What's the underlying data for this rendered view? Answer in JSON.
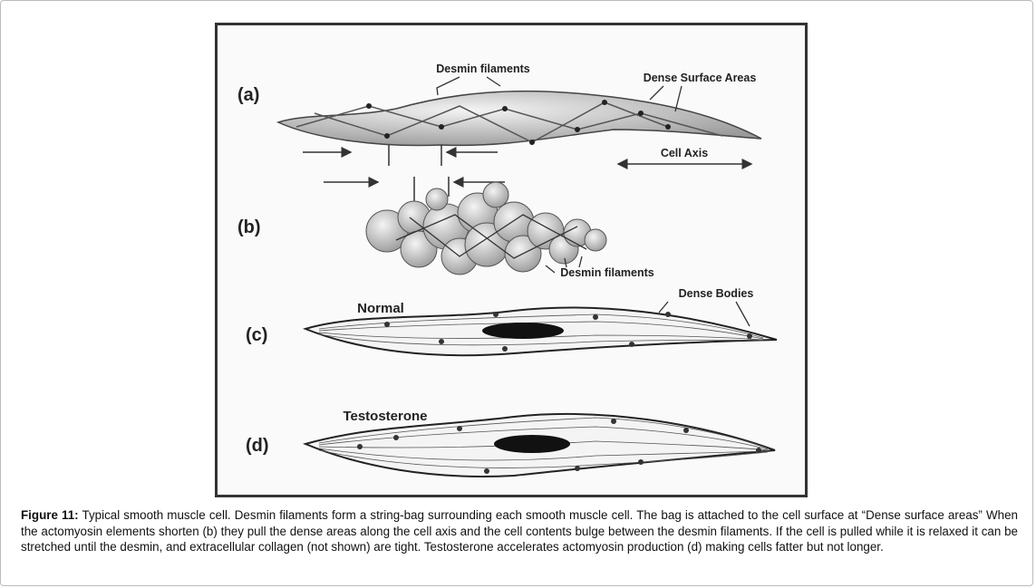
{
  "figure": {
    "panel_labels": [
      "(a)",
      "(b)",
      "(c)",
      "(d)"
    ],
    "annotations": {
      "desmin_a": "Desmin filaments",
      "dense_surface": "Dense Surface Areas",
      "cell_axis": "Cell Axis",
      "desmin_b": "Desmin filaments",
      "dense_bodies": "Dense Bodies",
      "normal": "Normal",
      "testosterone": "Testosterone"
    }
  },
  "caption": {
    "label": "Figure 11:",
    "text": " Typical smooth muscle cell. Desmin filaments form a string-bag surrounding each smooth muscle cell. The bag is attached to the cell surface at “Dense surface areas” When the actomyosin elements shorten (b) they pull the dense areas along the cell axis and the cell contents bulge between the desmin filaments. If the cell is pulled while it is relaxed it can be stretched until the desmin, and extracellular collagen (not shown) are tight. Testosterone accelerates actomyosin production (d) making cells fatter but not longer."
  }
}
